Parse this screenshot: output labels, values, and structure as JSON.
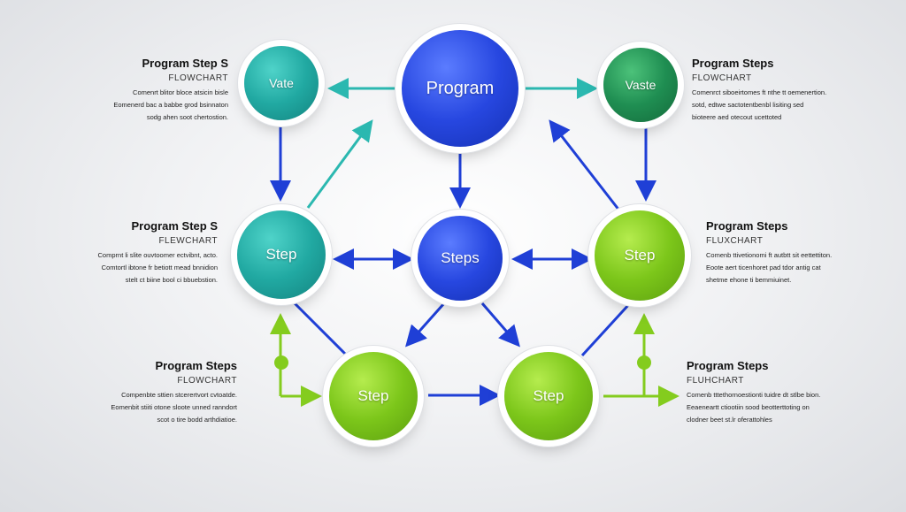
{
  "nodes": {
    "program": "Program",
    "vate_left": "Vate",
    "vate_right": "Vaste",
    "step_left": "Step",
    "steps_center": "Steps",
    "step_right": "Step",
    "step_bottom_left": "Step",
    "step_bottom_right": "Step"
  },
  "labels": {
    "top_left": {
      "title": "Program Step S",
      "subtitle": "FLOWCHART",
      "lines": [
        "Comenrt blitor bloce atsicin bisle",
        "Eomenerd bac a babbe grod bsinnaton",
        "sodg ahen soot chertostion."
      ]
    },
    "mid_left": {
      "title": "Program Step S",
      "subtitle": "FLEWCHART",
      "lines": [
        "Comprnt li slite ouvtoomer ectvibnt, acto.",
        "Comtortl ibtone fr betiott mead bnnidion",
        "stelt ct biine bool ci bbuebstion."
      ]
    },
    "bottom_left": {
      "title": "Program Steps",
      "subtitle": "FLOWCHART",
      "lines": [
        "Compenbte sttien stcerertvort cvtoatde.",
        "Eomenbit stiiti otone sloote unned ranndort",
        "scot o tire bodd arthdiatioe."
      ]
    },
    "top_right": {
      "title": "Program Steps",
      "subtitle": "FLOWCHART",
      "lines": [
        "Comenrct siboeirtomes ft nthe tt oemenertion.",
        "sotd, edtwe sactotentbenbl lisiting sed",
        "bioteere aed otecout ucettoted"
      ]
    },
    "mid_right": {
      "title": "Program Steps",
      "subtitle": "FLUXCHART",
      "lines": [
        "Comenb ttivetionomi ft autbtt sit eettettiton.",
        "Eoote aert ticenhoret pad tdor antig cat",
        "shetme ehone ti bemmiuinet."
      ]
    },
    "bottom_right": {
      "title": "Program Steps",
      "subtitle": "FLUHCHART",
      "lines": [
        "Comenb tttethornoestionti tuidre dt stlbe bion.",
        "Eeaeneartt ctiootiin sood beotterttoting on",
        "clodner beet st.lr oferattohles"
      ]
    }
  },
  "colors": {
    "blue": "#1f3fd6",
    "teal": "#21a9a2",
    "green": "#7cc61a",
    "dark_green": "#1f8e52"
  }
}
